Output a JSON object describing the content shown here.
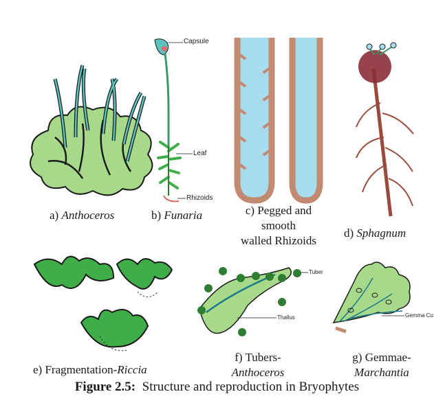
{
  "figure": {
    "number": "Figure 2.5:",
    "title": "Structure and reproduction in Bryophytes"
  },
  "panels": {
    "a": {
      "prefix": "a)",
      "name": "Anthoceros"
    },
    "b": {
      "prefix": "b)",
      "name": "Funaria",
      "labels": {
        "capsule": "Capsule",
        "leaf": "Leaf",
        "rhizoids": "Rhizoids"
      }
    },
    "c": {
      "line1": "c) Pegged and",
      "line2": "smooth",
      "line3": "walled Rhizoids"
    },
    "d": {
      "prefix": "d)",
      "name": "Sphagnum"
    },
    "e": {
      "prefix": "e) Fragmentation-",
      "name": "Riccia"
    },
    "f": {
      "line1": "f) Tubers-",
      "line2": "Anthoceros",
      "labels": {
        "tuber": "Tuber",
        "thallus": "Thallus"
      }
    },
    "g": {
      "line1": "g) Gemmae-",
      "line2": "Marchantia",
      "labels": {
        "gemma_cup": "Gemma Cu"
      }
    }
  },
  "colors": {
    "thallus_green": "#3fae49",
    "light_green": "#a6d98a",
    "sporophyte_teal": "#5cc4bf",
    "rhizoid_blue": "#a6dcee",
    "rhizoid_wall": "#c38a72",
    "sphagnum_brown": "#9b4a3a"
  }
}
